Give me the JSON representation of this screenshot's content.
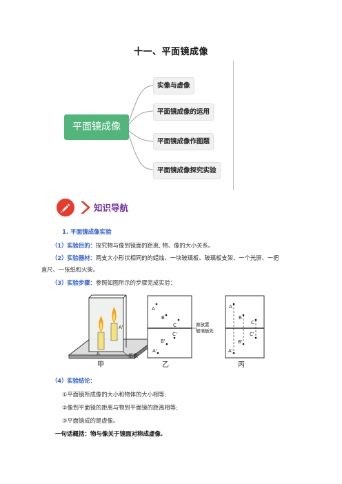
{
  "title": "十一、平面镜成像",
  "mindmap": {
    "root": "平面镜成像",
    "branches": [
      "实像与虚像",
      "平面镜成像的运用",
      "平面镜成像作图题",
      "平面镜成像探究实验"
    ]
  },
  "section": {
    "title": "知识导航"
  },
  "experiment": {
    "heading": "1. 平面镜成像实验",
    "purpose_label": "（1）实验目的：",
    "purpose_text": "探究物与像到镜面的距离, 物、像的大小关系。",
    "materials_label": "（2）实验器材：",
    "materials_text_1": "两支大小形状相同的的蜡烛、一块玻璃板、玻璃板支架、一个光屏、一把",
    "materials_text_2": "直尺、一张纸和火柴。",
    "steps_label": "（3）实验步骤：",
    "steps_text": "参照如图所示的步骤完成实验：",
    "conclusion_label": "（4）实验结论：",
    "conclusions": [
      "①平面镜所成像的大小和物体的大小相等;",
      "②像到平面镜的距离与物到平面镜的距离相等;",
      "③平面镜成的是虚像。"
    ],
    "summary": "一句话概括：物与像关于镜面对称成虚像."
  },
  "figure": {
    "label_jia": "甲",
    "label_yi": "乙",
    "label_bing": "丙",
    "label_paper": "纸板",
    "label_glass_pos_1": "原放置",
    "label_glass_pos_2": "玻璃板处",
    "point_A": "A",
    "point_B": "B",
    "point_C": "C",
    "point_A1": "A'",
    "point_B1": "B'",
    "point_C1": "C'"
  }
}
